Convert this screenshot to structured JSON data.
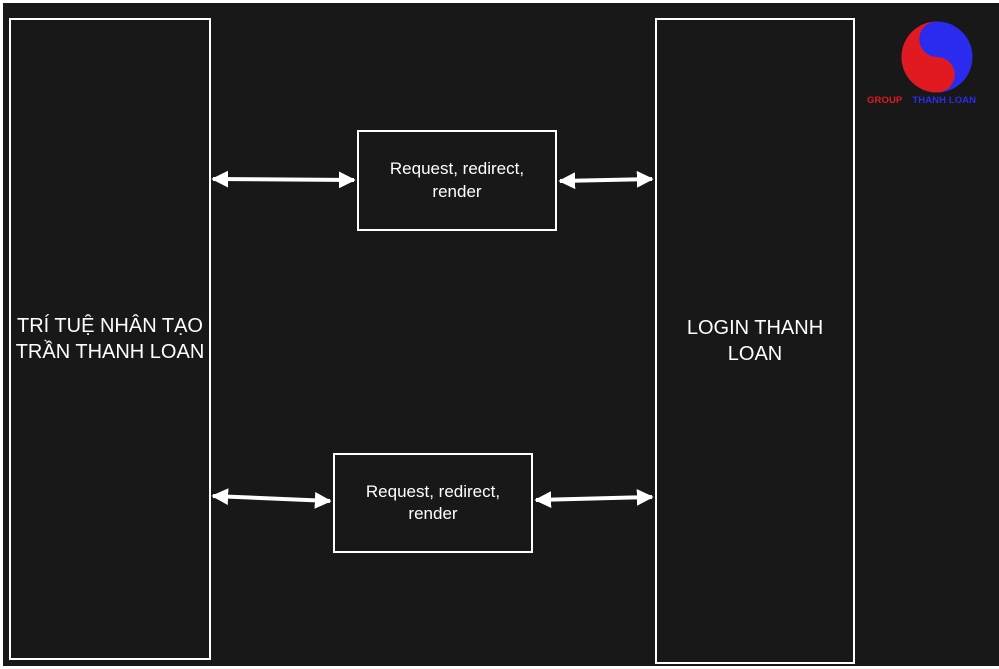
{
  "diagram": {
    "left_box": {
      "label": "TRÍ TUỆ NHÂN TẠO TRẦN THANH LOAN"
    },
    "right_box": {
      "label": "LOGIN THANH LOAN"
    },
    "middle_top": {
      "label": "Request, redirect, render"
    },
    "middle_bottom": {
      "label": "Request, redirect, render"
    }
  },
  "logo": {
    "word1": "GROUP",
    "word2": "THANH LOAN",
    "colors": {
      "red": "#e11a22",
      "blue": "#2b2bf0"
    }
  },
  "colors": {
    "background": "#181818",
    "stroke": "#ffffff"
  }
}
